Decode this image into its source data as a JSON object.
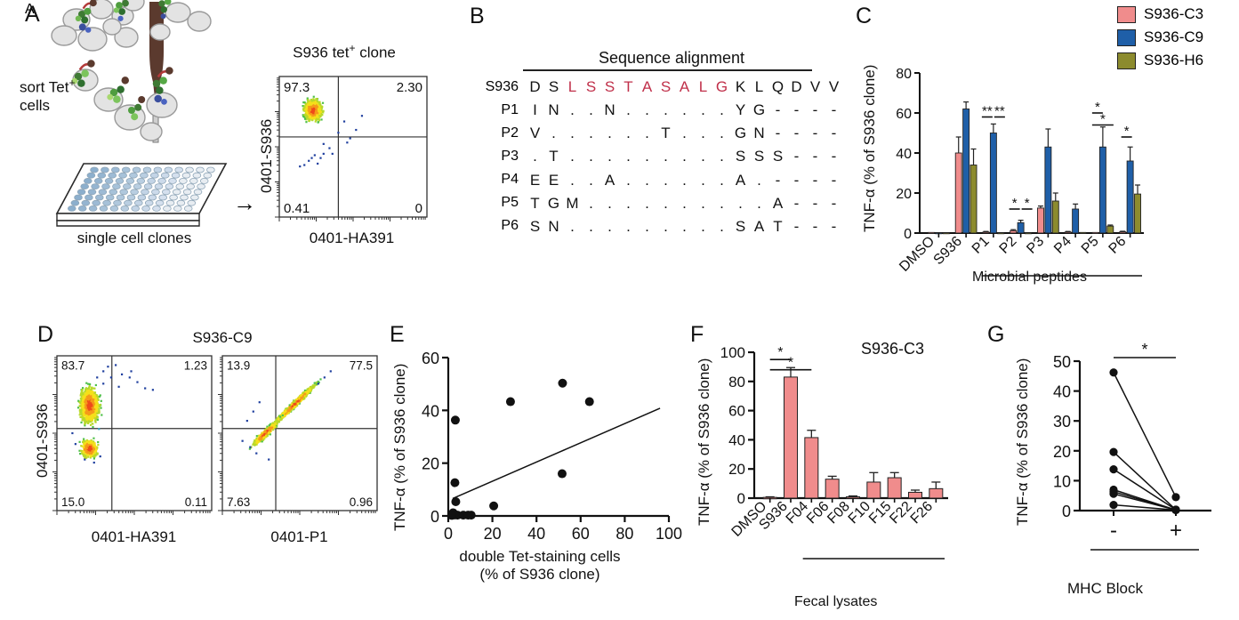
{
  "figure": {
    "panels": [
      "A",
      "B",
      "C",
      "D",
      "E",
      "F",
      "G"
    ]
  },
  "panelA": {
    "letter": "A",
    "schematic_label_line1": "sort Tet",
    "schematic_label_sup": "+",
    "schematic_label_line2": "cells",
    "plate_label": "single cell clones",
    "arrow": "→",
    "flow": {
      "title_main": "S936 tet",
      "title_sup": "+",
      "title_tail": "clone",
      "ylabel": "0401-S936",
      "xlabel": "0401-HA391",
      "q_upper_left": "97.3",
      "q_upper_right": "2.30",
      "q_lower_left": "0.41",
      "q_lower_right": "0"
    }
  },
  "panelB": {
    "letter": "B",
    "title": "Sequence alignment",
    "row_names": [
      "S936",
      "P1",
      "P2",
      "P3",
      "P4",
      "P5",
      "P6"
    ],
    "rows": [
      {
        "name": "S936",
        "residues": [
          "D",
          "S",
          "L",
          "S",
          "S",
          "T",
          "A",
          "S",
          "A",
          "L",
          "G",
          "K",
          "L",
          "Q",
          "D",
          "V",
          "V"
        ],
        "highlight": [
          false,
          false,
          true,
          true,
          true,
          true,
          true,
          true,
          true,
          true,
          true,
          false,
          false,
          false,
          false,
          false,
          false
        ]
      },
      {
        "name": "P1",
        "residues": [
          "I",
          "N",
          ".",
          ".",
          "N",
          ".",
          ".",
          ".",
          ".",
          ".",
          ".",
          "Y",
          "G",
          "-",
          "-",
          "-",
          "-"
        ],
        "highlight": [
          false,
          false,
          false,
          false,
          false,
          false,
          false,
          false,
          false,
          false,
          false,
          false,
          false,
          false,
          false,
          false,
          false
        ]
      },
      {
        "name": "P2",
        "residues": [
          "V",
          ".",
          ".",
          ".",
          ".",
          ".",
          ".",
          "T",
          ".",
          ".",
          ".",
          "G",
          "N",
          "-",
          "-",
          "-",
          "-"
        ],
        "highlight": [
          false,
          false,
          false,
          false,
          false,
          false,
          false,
          false,
          false,
          false,
          false,
          false,
          false,
          false,
          false,
          false,
          false
        ]
      },
      {
        "name": "P3",
        "residues": [
          ".",
          "T",
          ".",
          ".",
          ".",
          ".",
          ".",
          ".",
          ".",
          ".",
          ".",
          "S",
          "S",
          "S",
          "-",
          "-",
          "-"
        ],
        "highlight": [
          false,
          false,
          false,
          false,
          false,
          false,
          false,
          false,
          false,
          false,
          false,
          false,
          false,
          false,
          false,
          false,
          false
        ]
      },
      {
        "name": "P4",
        "residues": [
          "E",
          "E",
          ".",
          ".",
          "A",
          ".",
          ".",
          ".",
          ".",
          ".",
          ".",
          "A",
          ".",
          "-",
          "-",
          "-",
          "-"
        ],
        "highlight": [
          false,
          false,
          false,
          false,
          false,
          false,
          false,
          false,
          false,
          false,
          false,
          false,
          false,
          false,
          false,
          false,
          false
        ]
      },
      {
        "name": "P5",
        "residues": [
          "T",
          "G",
          "M",
          ".",
          ".",
          ".",
          ".",
          ".",
          ".",
          ".",
          ".",
          ".",
          ".",
          "A",
          "-",
          "-",
          "-"
        ],
        "highlight": [
          false,
          false,
          false,
          false,
          false,
          false,
          false,
          false,
          false,
          false,
          false,
          false,
          false,
          false,
          false,
          false,
          false
        ]
      },
      {
        "name": "P6",
        "residues": [
          "S",
          "N",
          ".",
          ".",
          ".",
          ".",
          ".",
          ".",
          ".",
          ".",
          ".",
          "S",
          "A",
          "T",
          "-",
          "-",
          "-"
        ],
        "highlight": [
          false,
          false,
          false,
          false,
          false,
          false,
          false,
          false,
          false,
          false,
          false,
          false,
          false,
          false,
          false,
          false,
          false
        ]
      }
    ],
    "highlight_color": "#c0304a"
  },
  "panelC": {
    "letter": "C",
    "legend": [
      {
        "label": "S936-C3",
        "color": "#f08c8c"
      },
      {
        "label": "S936-C9",
        "color": "#1f5fa8"
      },
      {
        "label": "S936-H6",
        "color": "#8c8b2e"
      }
    ],
    "group_bracket_label": "Microbial peptides",
    "chart_data": {
      "type": "bar",
      "title": "",
      "xlabel": "",
      "ylabel": "TNF-α (% of S936 clone)",
      "ylim": [
        0,
        80
      ],
      "yticks": [
        0,
        20,
        40,
        60,
        80
      ],
      "categories": [
        "DMSO",
        "S936",
        "P1",
        "P2",
        "P3",
        "P4",
        "P5",
        "P6"
      ],
      "series": [
        {
          "name": "S936-C3",
          "color": "#f08c8c",
          "values": [
            0.3,
            40,
            0.5,
            1.2,
            12.5,
            0.5,
            0.3,
            0.6
          ],
          "errors": [
            0.2,
            8.0,
            0.3,
            0.5,
            1.0,
            0.3,
            0.2,
            0.3
          ]
        },
        {
          "name": "S936-C9",
          "color": "#1f5fa8",
          "values": [
            0.2,
            62,
            50,
            5.2,
            43,
            12,
            43,
            36
          ],
          "errors": [
            0.1,
            3.5,
            4.5,
            1.2,
            9.0,
            2.5,
            10.0,
            7.0
          ]
        },
        {
          "name": "S936-H6",
          "color": "#8c8b2e",
          "values": [
            0.2,
            34,
            0.2,
            0.2,
            16,
            0.3,
            3.5,
            19.5
          ],
          "errors": [
            0.1,
            8.0,
            0.1,
            0.1,
            4.0,
            0.2,
            0.5,
            4.5
          ]
        }
      ],
      "annotations": [
        {
          "group": "P1",
          "marks": [
            "**",
            "**"
          ]
        },
        {
          "group": "P2",
          "marks": [
            "*",
            "*"
          ]
        },
        {
          "group": "P5",
          "marks": [
            "*",
            "*"
          ]
        },
        {
          "group": "P6",
          "marks": [
            "*"
          ]
        }
      ]
    }
  },
  "panelD": {
    "letter": "D",
    "title": "S936-C9",
    "ylabel": "0401-S936",
    "plots": [
      {
        "xlabel": "0401-HA391",
        "q_upper_left": "83.7",
        "q_upper_right": "1.23",
        "q_lower_left": "15.0",
        "q_lower_right": "0.11"
      },
      {
        "xlabel": "0401-P1",
        "q_upper_left": "13.9",
        "q_upper_right": "77.5",
        "q_lower_left": "7.63",
        "q_lower_right": "0.96"
      }
    ]
  },
  "panelE": {
    "letter": "E",
    "chart_data": {
      "type": "scatter",
      "title": "",
      "xlabel_line1": "double Tet-staining cells",
      "xlabel_line2": "(% of S936 clone)",
      "ylabel": "TNF-α (% of S936 clone)",
      "xlim": [
        0,
        100
      ],
      "ylim": [
        0,
        60
      ],
      "xticks": [
        0,
        20,
        40,
        60,
        80,
        100
      ],
      "yticks": [
        0,
        20,
        40,
        60
      ],
      "points": [
        {
          "x": 3.2,
          "y": 36.3
        },
        {
          "x": 28.2,
          "y": 43.3
        },
        {
          "x": 51.8,
          "y": 50.3
        },
        {
          "x": 64.0,
          "y": 43.3
        },
        {
          "x": 51.6,
          "y": 16.0
        },
        {
          "x": 3.0,
          "y": 12.6
        },
        {
          "x": 3.4,
          "y": 5.4
        },
        {
          "x": 20.6,
          "y": 3.8
        },
        {
          "x": 2.2,
          "y": 1.2
        },
        {
          "x": 3.0,
          "y": 0.4
        },
        {
          "x": 4.2,
          "y": 0.3
        },
        {
          "x": 6.8,
          "y": 0.3
        },
        {
          "x": 9.0,
          "y": 0.3
        },
        {
          "x": 10.4,
          "y": 0.3
        },
        {
          "x": 1.6,
          "y": 0.2
        }
      ],
      "fitline": {
        "x0": 2.0,
        "y0": 6.6,
        "x1": 96.0,
        "y1": 40.8
      }
    }
  },
  "panelF": {
    "letter": "F",
    "clone_label": "S936-C3",
    "group_bracket_label": "Fecal lysates",
    "chart_data": {
      "type": "bar",
      "title": "",
      "xlabel": "",
      "ylabel": "TNF-α (% of S936 clone)",
      "ylim": [
        0,
        100
      ],
      "yticks": [
        0,
        20,
        40,
        60,
        80,
        100
      ],
      "categories": [
        "DMSO",
        "S936",
        "F04",
        "F06",
        "F08",
        "F10",
        "F15",
        "F22",
        "F26"
      ],
      "color": "#f08c8c",
      "values": [
        0.5,
        83,
        41.5,
        13,
        0.9,
        11,
        14,
        4,
        6.5
      ],
      "errors": [
        0.4,
        6.5,
        5.0,
        2.0,
        0.6,
        6.5,
        3.5,
        1.5,
        4.5
      ],
      "annotations": [
        {
          "from": "DMSO",
          "to": "S936",
          "mark": "*"
        },
        {
          "from": "DMSO",
          "to": "F04",
          "mark": "*"
        }
      ]
    }
  },
  "panelG": {
    "letter": "G",
    "axis_group_label": "MHC Block",
    "chart_data": {
      "type": "line",
      "title": "",
      "ylabel": "TNF-α (% of S936 clone)",
      "ylim": [
        0,
        50
      ],
      "yticks": [
        0,
        10,
        20,
        30,
        40,
        50
      ],
      "categories": [
        "-",
        "+"
      ],
      "significance": "*",
      "pairs": [
        {
          "minus": 46.2,
          "plus": 4.5
        },
        {
          "minus": 19.6,
          "plus": 0.3
        },
        {
          "minus": 13.8,
          "plus": 0.3
        },
        {
          "minus": 7.0,
          "plus": 0.2
        },
        {
          "minus": 6.3,
          "plus": 0.2
        },
        {
          "minus": 5.6,
          "plus": 0.2
        },
        {
          "minus": 1.9,
          "plus": 0.2
        }
      ]
    }
  }
}
